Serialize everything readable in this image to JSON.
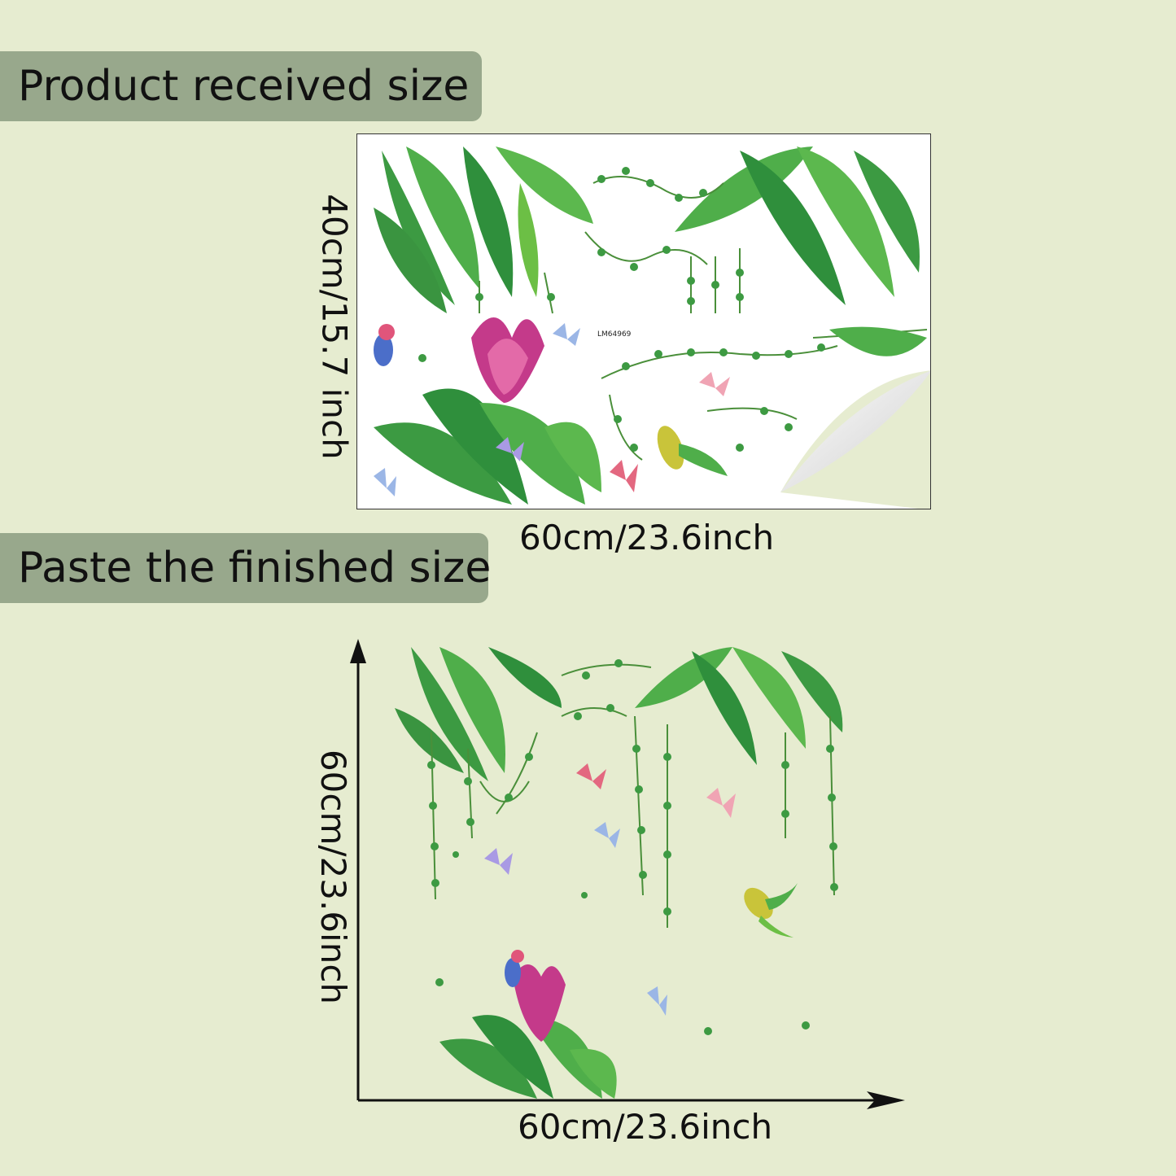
{
  "received": {
    "heading": "Product received size",
    "height_label": "40cm/15.7 inch",
    "width_label": "60cm/23.6inch",
    "sheet_code": "LM64969"
  },
  "finished": {
    "heading": "Paste the finished size",
    "height_label": "60cm/23.6inch",
    "width_label": "60cm/23.6inch"
  },
  "colors": {
    "background": "#e6ecd0",
    "banner": "#98a88c",
    "leaf_dark": "#2f8f3c",
    "leaf_light": "#6cbf45",
    "flower": "#c43a8a"
  }
}
